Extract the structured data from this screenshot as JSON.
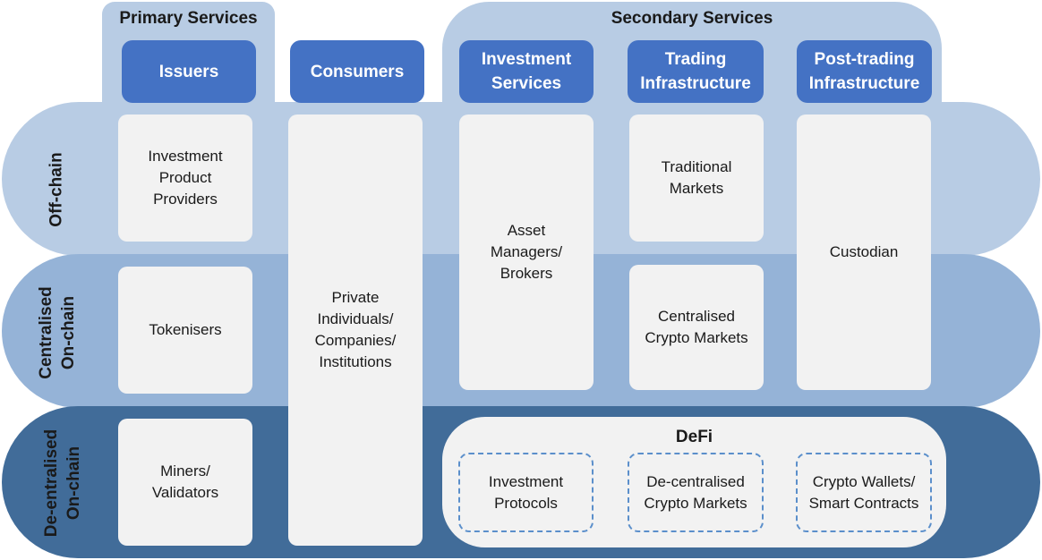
{
  "groups": {
    "primary_title": "Primary Services",
    "secondary_title": "Secondary Services"
  },
  "columns": {
    "issuers": "Issuers",
    "consumers": "Consumers",
    "investment_services": "Investment\nServices",
    "trading_infrastructure": "Trading\nInfrastructure",
    "post_trading_infrastructure": "Post-trading\nInfrastructure"
  },
  "layers": {
    "off_chain": "Off-chain",
    "centralised": "Centralised\nOn-chain",
    "decentralised": "De-entralised\nOn-chain"
  },
  "cells": {
    "investment_product_providers": "Investment\nProduct\nProviders",
    "tokenisers": "Tokenisers",
    "miners_validators": "Miners/\nValidators",
    "consumers_body": "Private\nIndividuals/\nCompanies/\nInstitutions",
    "asset_managers": "Asset\nManagers/\nBrokers",
    "traditional_markets": "Traditional\nMarkets",
    "centralised_crypto_markets": "Centralised\nCrypto Markets",
    "custodian": "Custodian"
  },
  "defi": {
    "title": "DeFi",
    "investment_protocols": "Investment\nProtocols",
    "decentralised_crypto_markets": "De-centralised\nCrypto Markets",
    "wallets_contracts": "Crypto Wallets/\nSmart Contracts"
  },
  "colors": {
    "header_blue": "#4472c4",
    "off_chain_band": "#b8cce4",
    "centralised_band": "#95b3d7",
    "decentralised_band": "#416c99",
    "cell_fill": "#f2f2f2",
    "dashed_border": "#5b8fcb"
  }
}
